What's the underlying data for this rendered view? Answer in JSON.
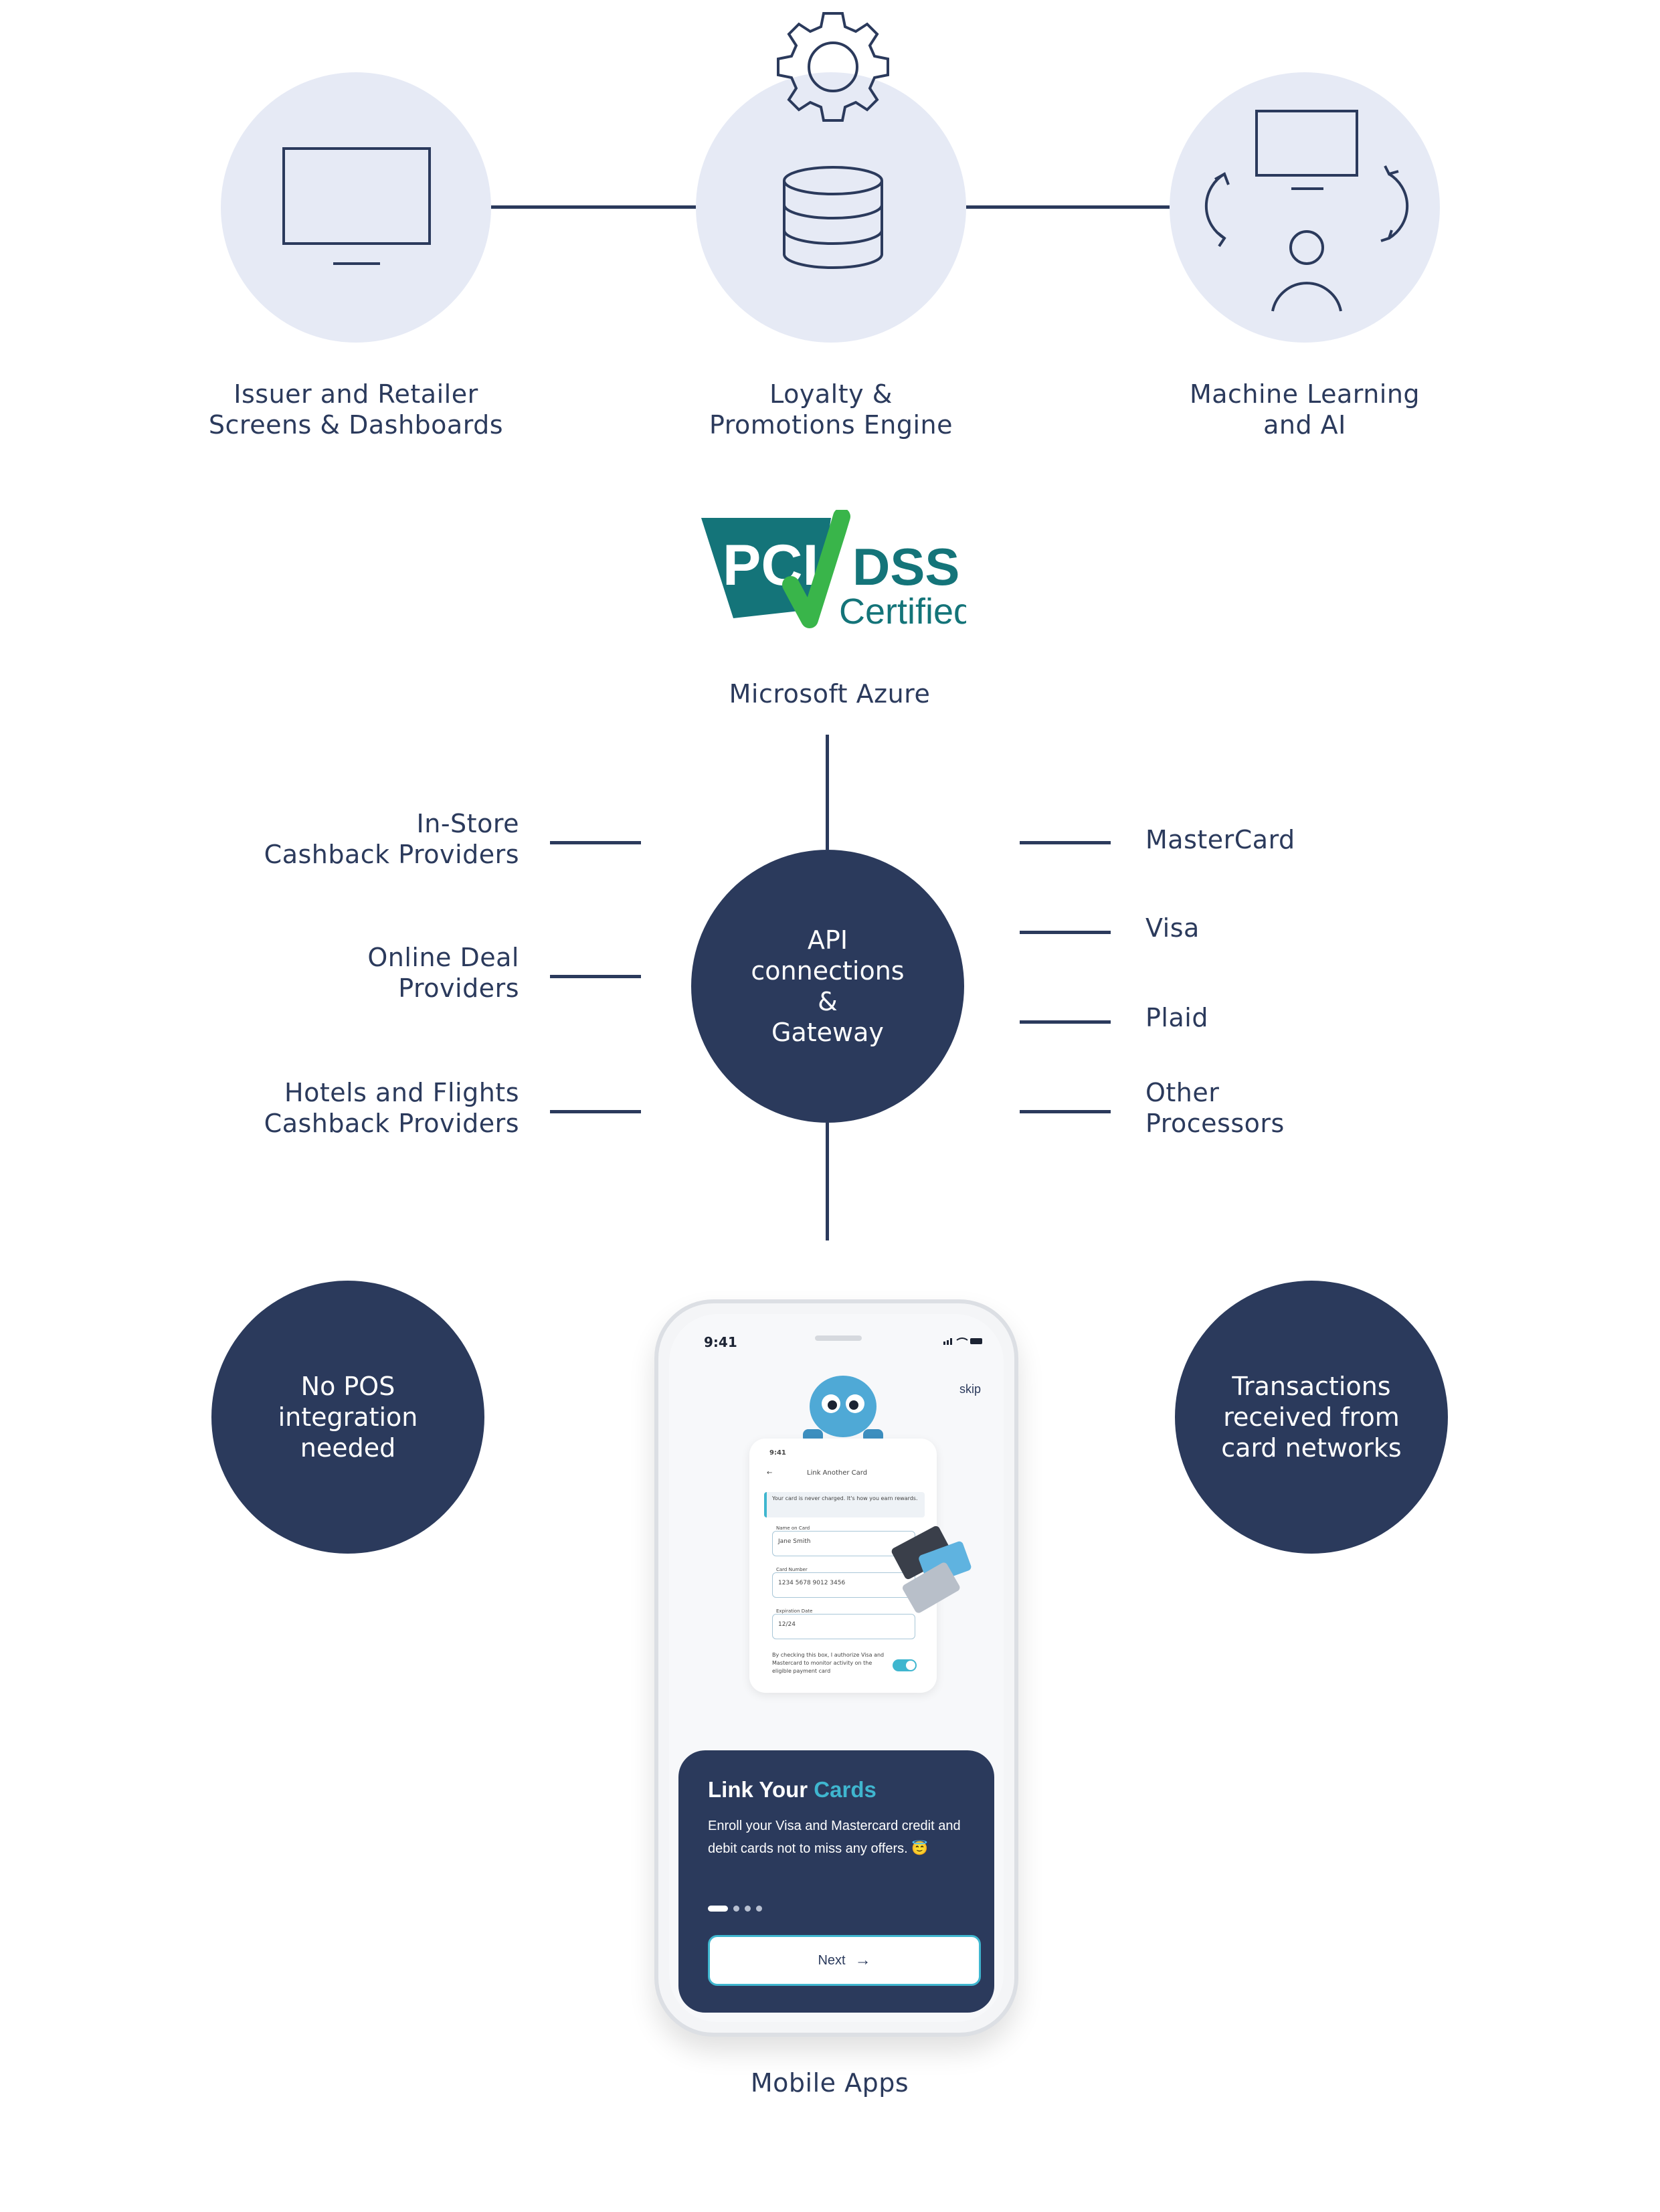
{
  "colors": {
    "navy": "#2b3a5c",
    "light_circle": "#e6eaf5",
    "teal": "#3fb6cf",
    "pci_teal": "#147479",
    "pci_green": "#39b54a"
  },
  "top_nodes": [
    {
      "label": "Issuer and Retailer\nScreens & Dashboards",
      "icon": "monitor-icon"
    },
    {
      "label": "Loyalty &\nPromotions Engine",
      "icon": "database-gear-icon"
    },
    {
      "label": "Machine Learning\nand AI",
      "icon": "monitor-user-cycle-icon"
    }
  ],
  "certification": {
    "logo_text_pci": "PCI",
    "logo_text_dss": "DSS",
    "logo_text_certified": "Certified"
  },
  "platform_label": "Microsoft Azure",
  "hub": {
    "label": "API\nconnections\n&\nGateway"
  },
  "left_connections": [
    {
      "label": "In-Store\nCashback Providers"
    },
    {
      "label": "Online Deal\nProviders"
    },
    {
      "label": "Hotels and Flights\nCashback Providers"
    }
  ],
  "right_connections": [
    {
      "label": "MasterCard"
    },
    {
      "label": "Visa"
    },
    {
      "label": "Plaid"
    },
    {
      "label": "Other\nProcessors"
    }
  ],
  "bottom_left_circle": {
    "label": "No POS\nintegration\nneeded"
  },
  "bottom_right_circle": {
    "label": "Transactions\nreceived from\ncard networks"
  },
  "mobile_label": "Mobile Apps",
  "phone": {
    "time": "9:41",
    "skip": "skip",
    "inner_time": "9:41",
    "inner_title": "Link Another Card",
    "inner_notice": "Your card is never charged. It's how you earn rewards.",
    "name_label": "Name on Card",
    "name_value": "Jane Smith",
    "number_label": "Card Number",
    "number_value": "1234 5678 9012 3456",
    "expiry_label": "Expiration Date",
    "expiry_value": "12/24",
    "consent_text": "By checking this box, I authorize Visa and Mastercard to monitor activity on the eligible payment card",
    "sheet_title_plain": "Link Your ",
    "sheet_title_accent": "Cards",
    "sheet_body": "Enroll your Visa and Mastercard credit and debit cards not to miss any offers. 😇",
    "next_label": "Next"
  }
}
